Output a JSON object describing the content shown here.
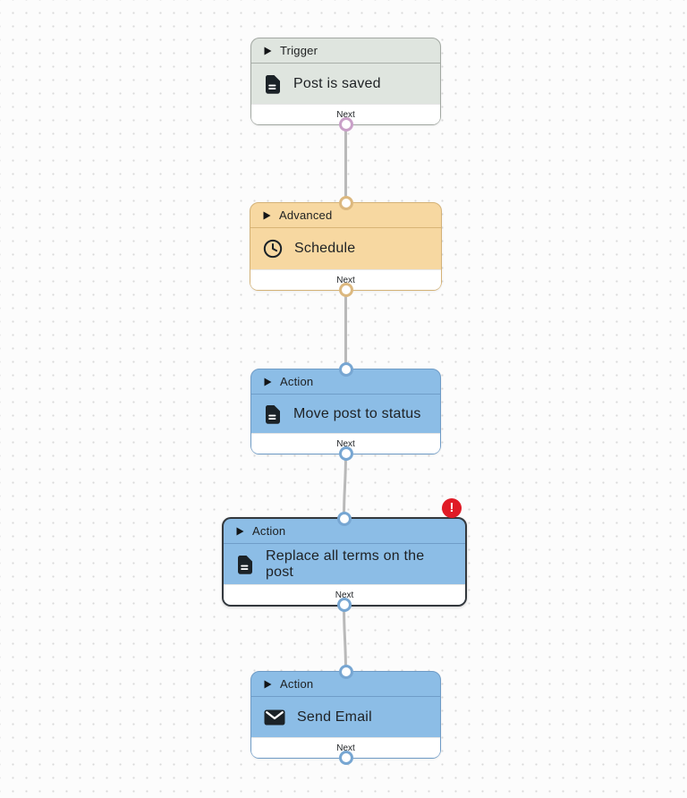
{
  "canvas": {
    "background_color": "#fcfcfc",
    "dot_color": "#d9d9d9",
    "connector_color": "#b9b9b9"
  },
  "nodes": [
    {
      "category": "Trigger",
      "title": "Post is saved",
      "footer_label": "Next",
      "icon": "document-icon",
      "fill_color": "#dfe5df",
      "border_color": "#a2a8a2",
      "output_port_color": "#c9a0c8",
      "has_error": false,
      "selected": false
    },
    {
      "category": "Advanced",
      "title": "Schedule",
      "footer_label": "Next",
      "icon": "clock-icon",
      "fill_color": "#f7d8a1",
      "border_color": "#d4b277",
      "input_port_color": "#dcb87f",
      "output_port_color": "#dcb87f",
      "has_error": false,
      "selected": false
    },
    {
      "category": "Action",
      "title": "Move post to status",
      "footer_label": "Next",
      "icon": "document-icon",
      "fill_color": "#8cbde6",
      "border_color": "#6e9bc6",
      "input_port_color": "#77a6d2",
      "output_port_color": "#77a6d2",
      "has_error": false,
      "selected": false
    },
    {
      "category": "Action",
      "title": "Replace all terms on the post",
      "footer_label": "Next",
      "icon": "document-icon",
      "fill_color": "#8cbde6",
      "border_color": "#33383d",
      "input_port_color": "#77a6d2",
      "output_port_color": "#77a6d2",
      "has_error": true,
      "error_badge": "!",
      "error_color": "#e01b26",
      "selected": true
    },
    {
      "category": "Action",
      "title": "Send Email",
      "footer_label": "Next",
      "icon": "mail-icon",
      "fill_color": "#8cbde6",
      "border_color": "#6e9bc6",
      "input_port_color": "#77a6d2",
      "output_port_color": "#77a6d2",
      "has_error": false,
      "selected": false
    }
  ]
}
